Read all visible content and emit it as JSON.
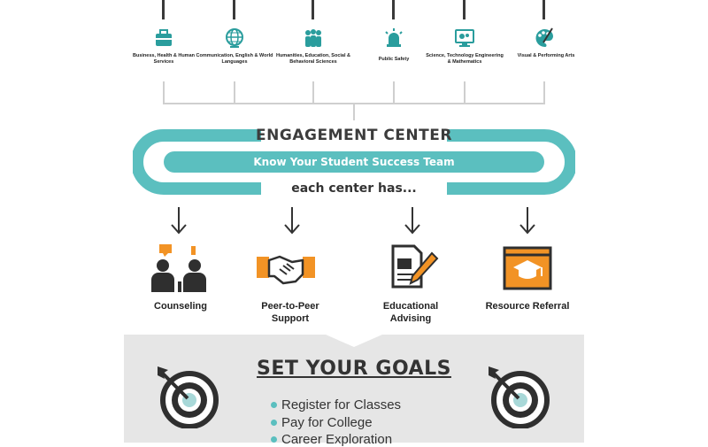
{
  "colors": {
    "teal": "#5bbfbf",
    "orange": "#f29325",
    "dark": "#2f2f2f",
    "panel": "#e6e6e6"
  },
  "pathways": [
    {
      "label": "Business, Health & Human Services",
      "icon": "briefcase-icon"
    },
    {
      "label": "Communication, English & World Languages",
      "icon": "globe-icon"
    },
    {
      "label": "Humanities, Education, Social & Behavioral Sciences",
      "icon": "people-group-icon"
    },
    {
      "label": "Public Safety",
      "icon": "siren-icon"
    },
    {
      "label": "Science, Technology Engineering & Mathematics",
      "icon": "computer-gears-icon"
    },
    {
      "label": "Visual & Performing Arts",
      "icon": "palette-icon"
    }
  ],
  "engagement": {
    "title": "ENGAGEMENT CENTER",
    "team": "Know Your Student Success Team",
    "each": "each center has..."
  },
  "services": [
    {
      "label": "Counseling",
      "icon": "counseling-icon"
    },
    {
      "label": "Peer-to-Peer Support",
      "icon": "handshake-icon"
    },
    {
      "label": "Educational Advising",
      "icon": "document-pen-icon"
    },
    {
      "label": "Resource Referral",
      "icon": "graduation-cap-screen-icon"
    }
  ],
  "goals": {
    "title": "SET YOUR GOALS",
    "items": [
      "Register for Classes",
      "Pay for College",
      "Career Exploration"
    ]
  }
}
